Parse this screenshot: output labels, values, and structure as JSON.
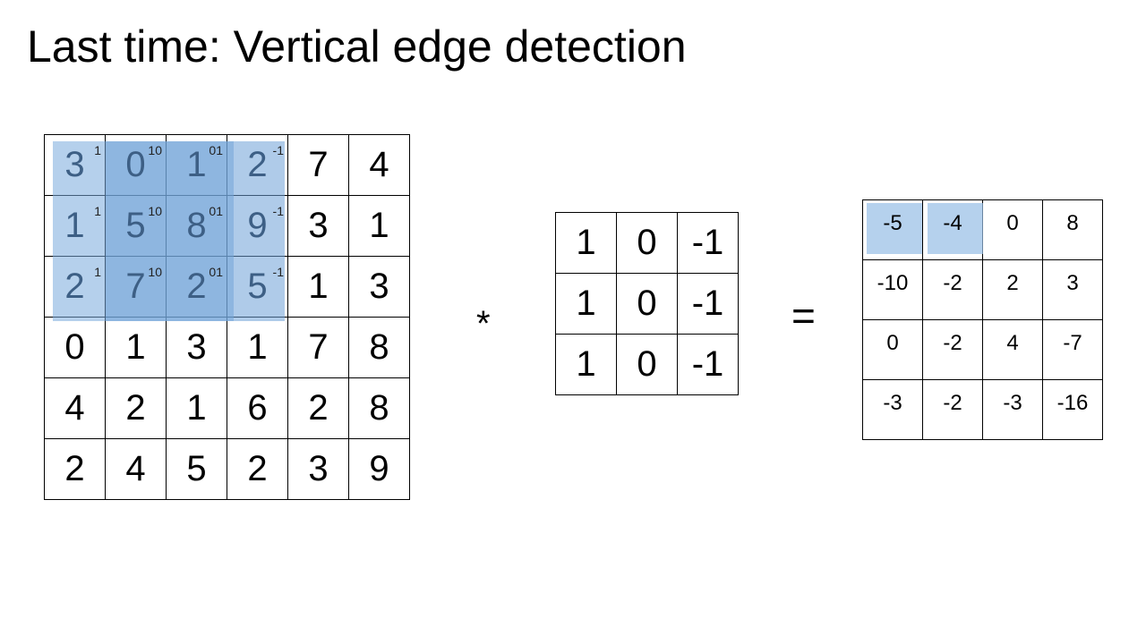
{
  "title": "Last time: Vertical edge detection",
  "input": {
    "rows": [
      [
        "3",
        "0",
        "1",
        "2",
        "7",
        "4"
      ],
      [
        "1",
        "5",
        "8",
        "9",
        "3",
        "1"
      ],
      [
        "2",
        "7",
        "2",
        "5",
        "1",
        "3"
      ],
      [
        "0",
        "1",
        "3",
        "1",
        "7",
        "8"
      ],
      [
        "4",
        "2",
        "1",
        "6",
        "2",
        "8"
      ],
      [
        "2",
        "4",
        "5",
        "2",
        "3",
        "9"
      ]
    ],
    "superscripts": [
      [
        "1",
        "10",
        "01",
        "-1"
      ],
      [
        "1",
        "10",
        "01",
        "-1"
      ],
      [
        "1",
        "10",
        "01",
        "-1"
      ]
    ]
  },
  "operator_convolve": "*",
  "kernel": {
    "rows": [
      [
        "1",
        "0",
        "-1"
      ],
      [
        "1",
        "0",
        "-1"
      ],
      [
        "1",
        "0",
        "-1"
      ]
    ]
  },
  "operator_equals": "=",
  "output": {
    "rows": [
      [
        "-5",
        "-4",
        "0",
        "8"
      ],
      [
        "-10",
        "-2",
        "2",
        "3"
      ],
      [
        "0",
        "-2",
        "4",
        "-7"
      ],
      [
        "-3",
        "-2",
        "-3",
        "-16"
      ]
    ]
  },
  "colors": {
    "highlight_primary": "#78aadc",
    "highlight_secondary": "#6ea0d7",
    "highlight_output": "#96bee6",
    "window_text": "#3d5f85"
  }
}
